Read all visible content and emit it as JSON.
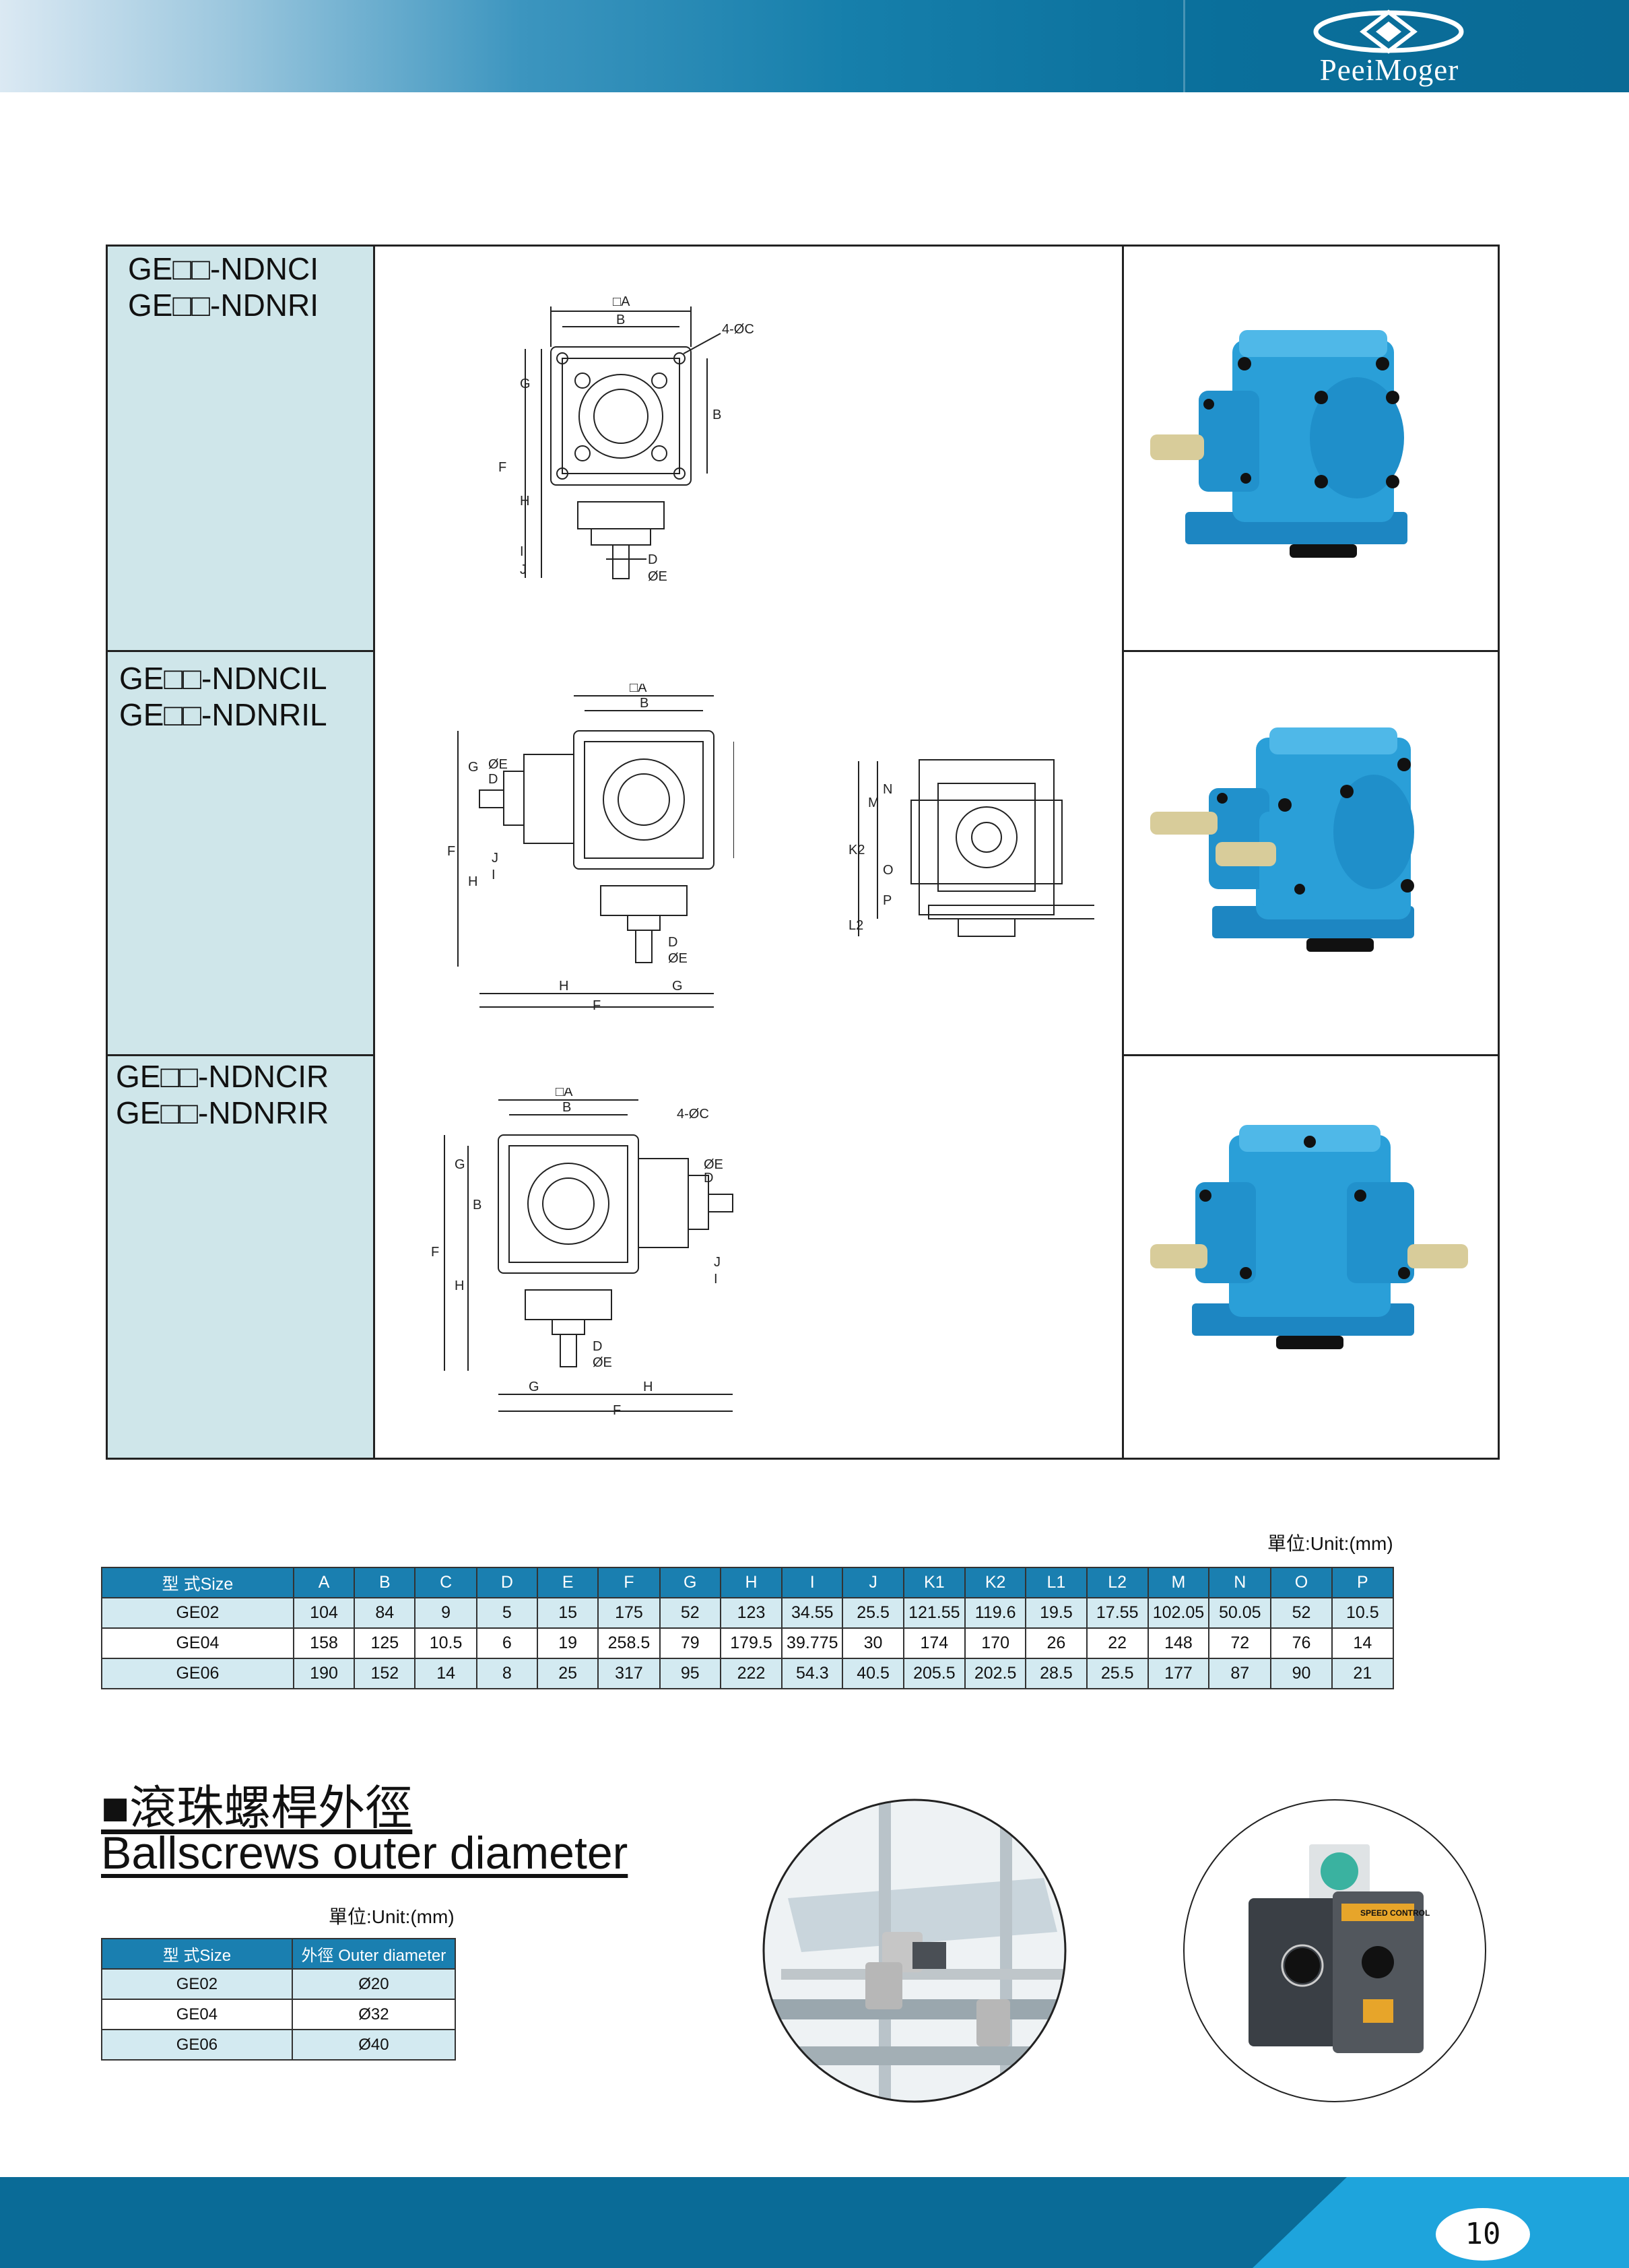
{
  "header": {
    "brand": "PeeiMoger"
  },
  "models": [
    {
      "line1": "GE□□-NDNCI",
      "line2": "GE□□-NDNRI"
    },
    {
      "line1": "GE□□-NDNCIL",
      "line2": "GE□□-NDNRIL"
    },
    {
      "line1": "GE□□-NDNCIR",
      "line2": "GE□□-NDNRIR"
    }
  ],
  "drawing_labels": {
    "sq_a": "□A",
    "b": "B",
    "c4": "4-ØC",
    "d": "D",
    "oe": "ØE",
    "f": "F",
    "g": "G",
    "h": "H",
    "i": "I",
    "j": "J",
    "k2": "K2",
    "m": "M",
    "n": "N",
    "o": "O",
    "p": "P",
    "l2": "L2"
  },
  "dimension_table": {
    "unit": "單位:Unit:(mm)",
    "headers": [
      "型 式Size",
      "A",
      "B",
      "C",
      "D",
      "E",
      "F",
      "G",
      "H",
      "I",
      "J",
      "K1",
      "K2",
      "L1",
      "L2",
      "M",
      "N",
      "O",
      "P"
    ],
    "rows": [
      [
        "GE02",
        "104",
        "84",
        "9",
        "5",
        "15",
        "175",
        "52",
        "123",
        "34.55",
        "25.5",
        "121.55",
        "119.6",
        "19.5",
        "17.55",
        "102.05",
        "50.05",
        "52",
        "10.5"
      ],
      [
        "GE04",
        "158",
        "125",
        "10.5",
        "6",
        "19",
        "258.5",
        "79",
        "179.5",
        "39.775",
        "30",
        "174",
        "170",
        "26",
        "22",
        "148",
        "72",
        "76",
        "14"
      ],
      [
        "GE06",
        "190",
        "152",
        "14",
        "8",
        "25",
        "317",
        "95",
        "222",
        "54.3",
        "40.5",
        "205.5",
        "202.5",
        "28.5",
        "25.5",
        "177",
        "87",
        "90",
        "21"
      ]
    ]
  },
  "ballscrew": {
    "title_cn": "■滾珠螺桿外徑",
    "title_en": "Ballscrews outer diameter",
    "unit": "單位:Unit:(mm)",
    "headers": [
      "型 式Size",
      "外徑 Outer diameter"
    ],
    "rows": [
      [
        "GE02",
        "Ø20"
      ],
      [
        "GE04",
        "Ø32"
      ],
      [
        "GE06",
        "Ø40"
      ]
    ]
  },
  "controller_labels": {
    "speed_control": "SPEED CONTROL"
  },
  "footer": {
    "page_number": "10"
  },
  "colors": {
    "header_blue": "#0a6f9b",
    "table_head": "#1a7fb0",
    "table_alt": "#d3eaf1",
    "model_cell": "#cfe6ea",
    "gearbox_blue": "#2a9fd8"
  }
}
